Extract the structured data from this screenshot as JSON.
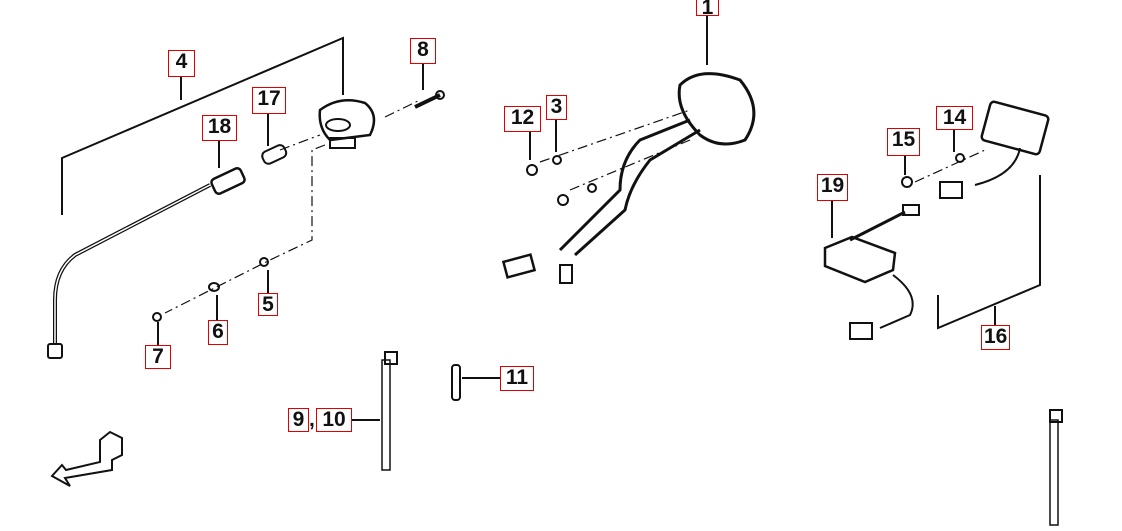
{
  "diagram": {
    "type": "exploded parts diagram",
    "callouts": [
      {
        "id": "1",
        "text": "1"
      },
      {
        "id": "3",
        "text": "3"
      },
      {
        "id": "4",
        "text": "4"
      },
      {
        "id": "5",
        "text": "5"
      },
      {
        "id": "6",
        "text": "6"
      },
      {
        "id": "7",
        "text": "7"
      },
      {
        "id": "8",
        "text": "8"
      },
      {
        "id": "9",
        "text": "9"
      },
      {
        "id": "10",
        "text": "10"
      },
      {
        "id": "11",
        "text": "11"
      },
      {
        "id": "12",
        "text": "12"
      },
      {
        "id": "14",
        "text": "14"
      },
      {
        "id": "15",
        "text": "15"
      },
      {
        "id": "16",
        "text": "16"
      },
      {
        "id": "17",
        "text": "17"
      },
      {
        "id": "18",
        "text": "18"
      },
      {
        "id": "19",
        "text": "19"
      }
    ],
    "separator": ",",
    "colors": {
      "callout_border": "#e00000",
      "line": "#111111"
    }
  }
}
